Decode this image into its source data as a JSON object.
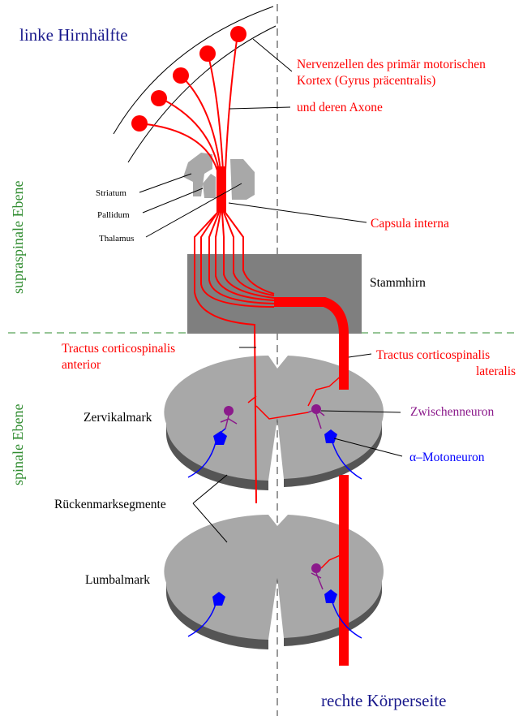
{
  "header": {
    "left_hemisphere": "linke Hirnhälfte",
    "right_body_side": "rechte Körperseite"
  },
  "levels": {
    "supraspinal": "supraspinale Ebene",
    "spinal": "spinale Ebene"
  },
  "labels": {
    "neurons": "Nervenzellen des primär motorischen",
    "neurons_line2": "Kortex (Gyrus präcentralis)",
    "axons": "und deren Axone",
    "striatum": "Striatum",
    "pallidum": "Pallidum",
    "thalamus": "Thalamus",
    "capsula": "Capsula interna",
    "stammhirn": "Stammhirn",
    "tract_anterior": "Tractus corticospinalis",
    "tract_anterior_line2": "anterior",
    "tract_lateral": "Tractus corticospinalis",
    "tract_lateral_line2": "lateralis",
    "zervikalmark": "Zervikalmark",
    "zwischenneuron": "Zwischenneuron",
    "motoneuron": "α–Motoneuron",
    "rueckenmark": "Rückenmarksegmente",
    "lumbalmark": "Lumbalmark"
  },
  "colors": {
    "pathway": "#ff0000",
    "title_blue": "#1a1a8c",
    "level_green": "#2e8b2e",
    "interneuron_purple": "#8b1a8b",
    "motoneuron_blue": "#0000ff",
    "gray_fill": "#a8a8a8",
    "dark_gray": "#555555"
  }
}
